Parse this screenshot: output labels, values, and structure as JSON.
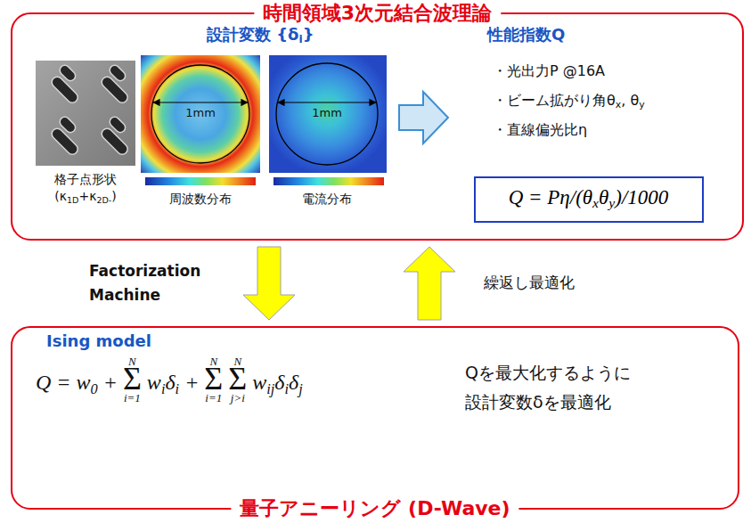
{
  "diagram": {
    "nodes": [
      {
        "text": [
          "時間領域3次元結合波理論"
        ]
      },
      {
        "text": [
          "Q = Pη/(θxθy)/1000"
        ],
        "in": 0
      },
      {
        "text": [
          "量子アニーリング (D-Wave)"
        ]
      }
    ],
    "edges": [
      {
        "from": 0,
        "to": 2,
        "arrow": "to",
        "label": "Factorization Machine"
      },
      {
        "from": 2,
        "to": 0,
        "arrow": "to",
        "label": "繰返し最適化"
      }
    ],
    "labels": [
      "設計変数 {δi}",
      "性能指数Q",
      "1mm",
      "1mm",
      "格子点形状 (κ1D+κ2D-)",
      "周波数分布",
      "電流分布",
      "・光出力P @16A",
      "・ビーム拡がり角θx, θy",
      "・直線偏光比η",
      "Ising model",
      "Q = w0 + Σ wiδi + Σ Σ wijδiδj",
      "N",
      "i=1",
      "N",
      "i=1",
      "N",
      "j>i",
      "Qを最大化するように 設計変数δを最適化"
    ]
  }
}
